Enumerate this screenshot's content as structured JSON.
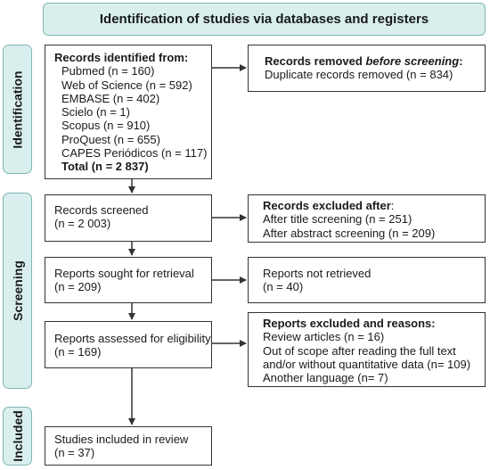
{
  "header": {
    "title": "Identification of studies via databases and registers"
  },
  "phases": {
    "identification": "Identification",
    "screening": "Screening",
    "included": "Included"
  },
  "records_identified": {
    "title": "Records identified from:",
    "items": [
      "Pubmed  (n = 160)",
      "Web of Science  (n = 592)",
      "EMBASE (n = 402)",
      "Scielo (n = 1)",
      "Scopus (n = 910)",
      "ProQuest (n = 655)",
      "CAPES Periódicos (n = 117)"
    ],
    "total": "Total (n = 2 837)"
  },
  "records_removed": {
    "title_a": "Records removed ",
    "title_b": "before screening",
    "title_c": ":",
    "line": "Duplicate records removed  (n = 834)"
  },
  "records_screened": {
    "line1": "Records screened",
    "line2": "(n = 2 003)"
  },
  "records_excluded": {
    "title": "Records excluded after",
    "title_suffix": ":",
    "line1": "After title screening (n = 251)",
    "line2": "After abstract screening (n = 209)"
  },
  "reports_sought": {
    "line1": "Reports sought for retrieval",
    "line2": "(n = 209)"
  },
  "reports_not_retrieved": {
    "line1": "Reports not retrieved",
    "line2": "(n = 40)"
  },
  "reports_assessed": {
    "line1": "Reports assessed for eligibility",
    "line2": "(n = 169)"
  },
  "reports_excluded": {
    "title": "Reports excluded and reasons:",
    "line1": "Review articles (n = 16)",
    "line2": "Out of scope after reading the full text",
    "line3": "and/or without quantitative data (n= 109)",
    "line4": "Another language (n= 7)"
  },
  "studies_included": {
    "line1": "Studies included in review",
    "line2": "(n = 37)"
  }
}
